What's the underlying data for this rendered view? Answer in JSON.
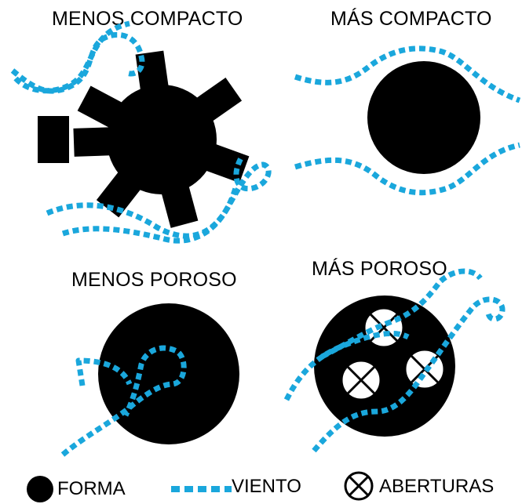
{
  "panels": {
    "top_left": {
      "title": "MENOS COMPACTO"
    },
    "top_right": {
      "title": "MÁS COMPACTO"
    },
    "bottom_left": {
      "title": "MENOS POROSO"
    },
    "bottom_right": {
      "title": "MÁS POROSO"
    }
  },
  "legend": {
    "forma_label": "FORMA",
    "viento_label": "VIENTO",
    "aberturas_label": "ABERTURAS"
  },
  "colors": {
    "shape": "#000000",
    "wind": "#1aa7dc",
    "background": "#ffffff"
  },
  "icons": {
    "forma": "filled-circle-icon",
    "viento": "dashed-line-icon",
    "aberturas": "circled-x-icon"
  }
}
